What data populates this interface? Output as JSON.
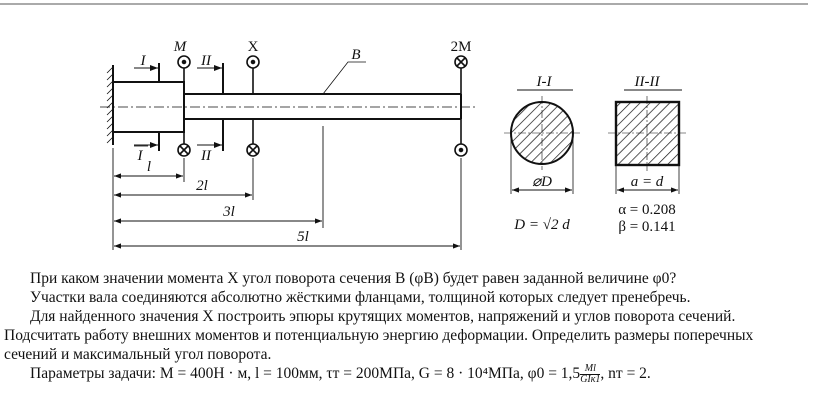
{
  "diagram": {
    "moment_M": "M",
    "moment_X": "X",
    "moment_2M": "2M",
    "section_B": "B",
    "cut_I": "I",
    "cut_II": "II",
    "dim_l": "l",
    "dim_2l": "2l",
    "dim_3l": "3l",
    "dim_5l": "5l",
    "section1_title": "I-I",
    "section2_title": "II-II",
    "section1_dim": "⌀D",
    "section2_dim": "a = d",
    "section1_formula": "D = √2 d",
    "alpha": "α = 0.208",
    "beta": "β = 0.141"
  },
  "text": {
    "line1": "При каком значении момента X угол поворота сечения B (φB) будет равен заданной величине φ0?",
    "line2": "Участки вала соединяются абсолютно жёсткими фланцами, толщиной которых следует пренебречь.",
    "line3": "Для найденного значения X построить эпюры крутящих моментов, напряжений и углов поворота сечений.",
    "line4": "Подсчитать работу внешних моментов и потенциальную энергию деформации. Определить размеры поперечных",
    "line5": "сечений и максимальный угол поворота.",
    "line6_prefix": "Параметры задачи: M = 400Н · м, l = 100мм, τт = 200МПа, G = 8 · 10⁴МПа, φ0 = 1,5",
    "line6_frac_num": "Ml",
    "line6_frac_den": "GIк1",
    "line6_suffix": ", nт = 2."
  }
}
